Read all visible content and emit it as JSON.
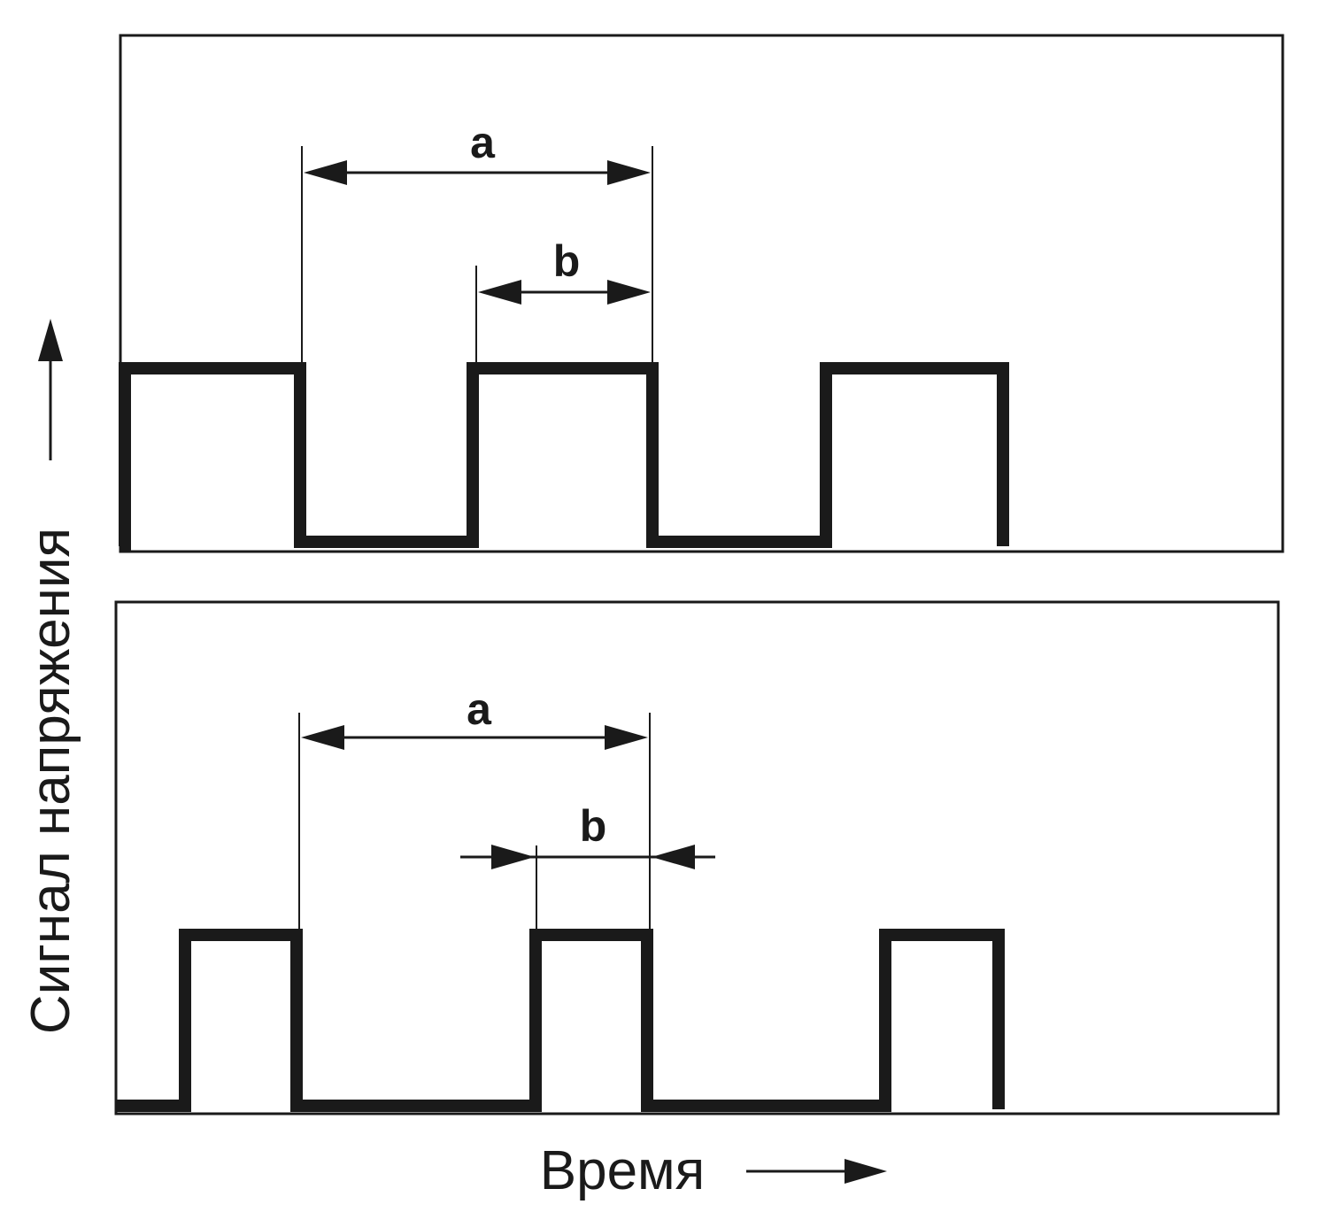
{
  "axes": {
    "y_label": "Сигнал напряжения",
    "x_label": "Время"
  },
  "panels": [
    {
      "id": "top",
      "period_label": "a",
      "pulse_label": "b",
      "duty_cycle": 0.5
    },
    {
      "id": "bottom",
      "period_label": "a",
      "pulse_label": "b",
      "duty_cycle": 0.33
    }
  ],
  "colors": {
    "line": "#1a1a1a",
    "background": "#ffffff"
  }
}
